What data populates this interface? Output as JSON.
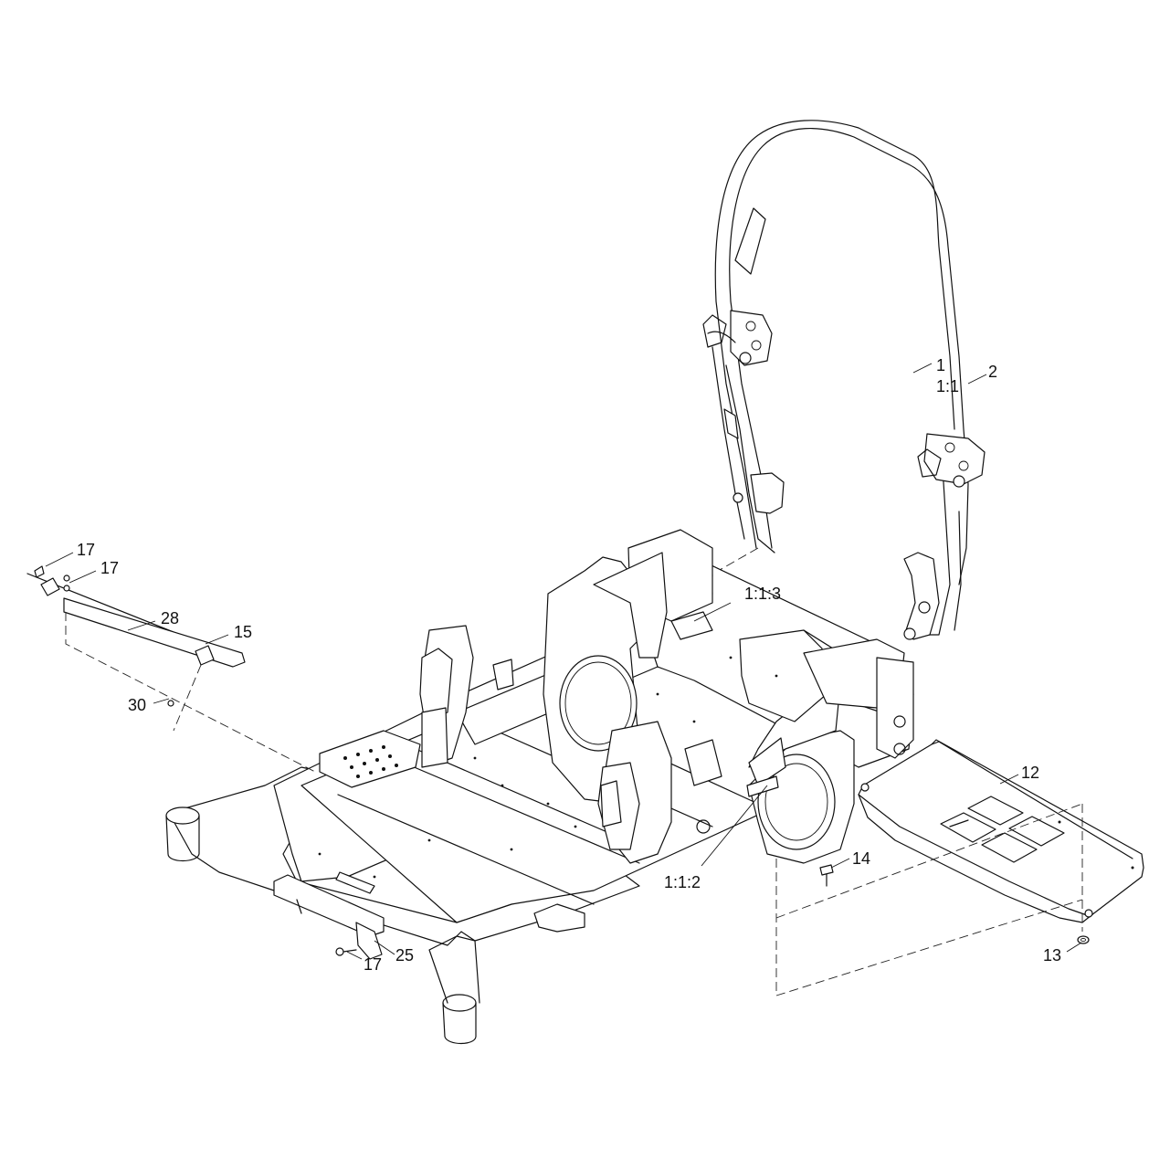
{
  "callouts": {
    "c2": "2",
    "c17a": "17",
    "c17b": "17",
    "c28": "28",
    "c15": "15",
    "c30": "30",
    "c113": "1:1:3",
    "c1": "1",
    "c11": "1:1",
    "c12": "12",
    "c14": "14",
    "c112": "1:1:2",
    "c25": "25",
    "c17c": "17",
    "c13": "13"
  },
  "icons": [
    "roll-bar",
    "chassis-frame",
    "floor-pan",
    "foot-plate",
    "bracket",
    "bolt",
    "nut",
    "grommet",
    "decal"
  ]
}
